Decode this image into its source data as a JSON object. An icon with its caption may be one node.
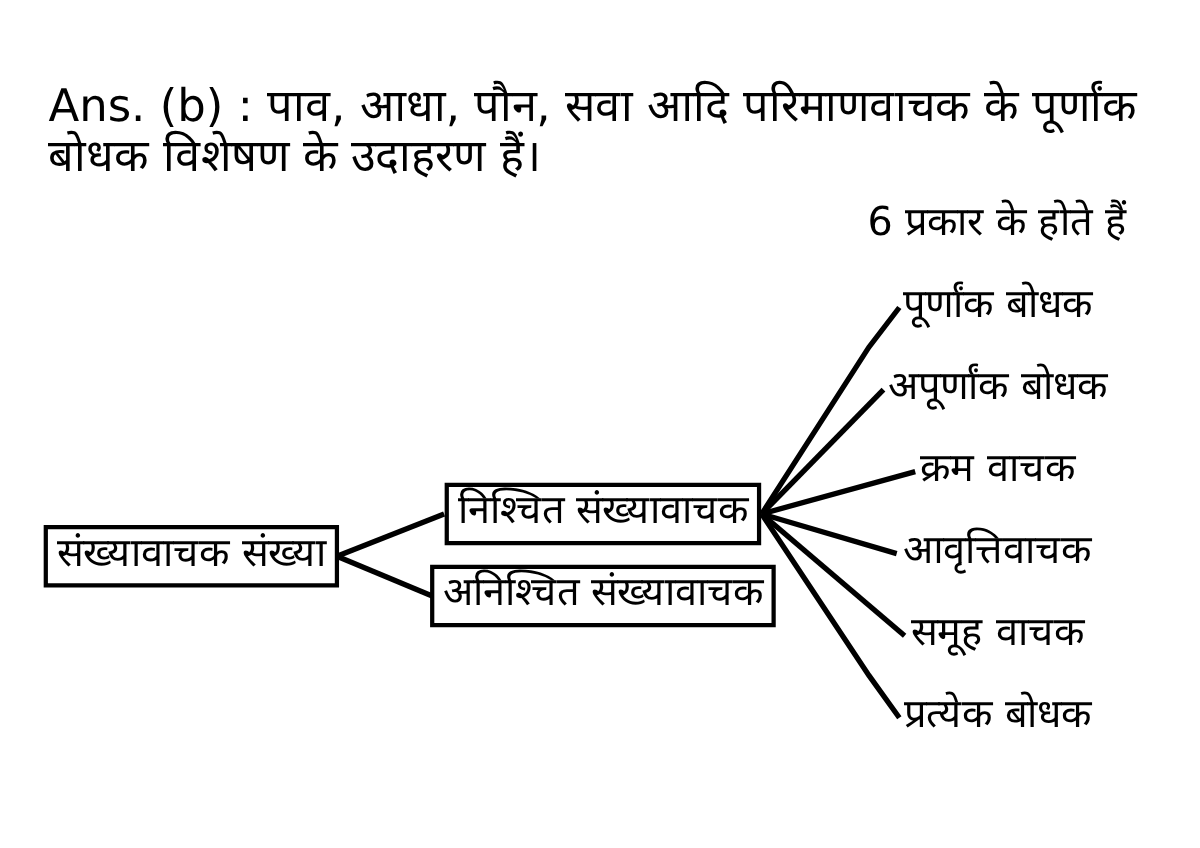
{
  "diagram": {
    "title": "Ans. (b) : पाव, आधा, पौन, सवा आदि परिमाणवाचक के पूर्णांक बोधक विशेषण के उदाहरण हैं।",
    "nodes": [
      {
        "text": [
          "संख्यावाचक संख्या"
        ]
      },
      {
        "text": [
          "निश्चित संख्यावाचक"
        ]
      },
      {
        "text": [
          "अनिश्चित संख्यावाचक"
        ]
      },
      {
        "text": [
          "पूर्णांक बोधक"
        ]
      },
      {
        "text": [
          "अपूर्णांक बोधक"
        ]
      },
      {
        "text": [
          "क्रम वाचक"
        ]
      },
      {
        "text": [
          "आवृत्तिवाचक"
        ]
      },
      {
        "text": [
          "समूह वाचक"
        ]
      },
      {
        "text": [
          "प्रत्येक बोधक"
        ]
      }
    ],
    "edges": [
      {
        "from": 0,
        "to": 1,
        "arrow": "none"
      },
      {
        "from": 0,
        "to": 2,
        "arrow": "none"
      },
      {
        "from": 1,
        "to": 3,
        "arrow": "none"
      },
      {
        "from": 1,
        "to": 4,
        "arrow": "none"
      },
      {
        "from": 1,
        "to": 5,
        "arrow": "none"
      },
      {
        "from": 1,
        "to": 6,
        "arrow": "none"
      },
      {
        "from": 1,
        "to": 7,
        "arrow": "none"
      },
      {
        "from": 1,
        "to": 8,
        "arrow": "none"
      }
    ],
    "labels": [
      "6 प्रकार के होते हैं"
    ]
  }
}
